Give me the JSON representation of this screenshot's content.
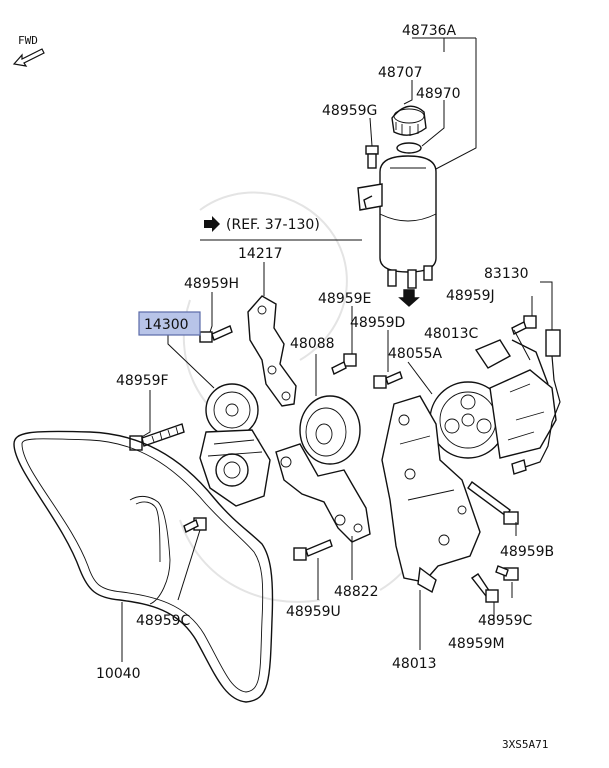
{
  "diagram": {
    "direction_label": "FWD",
    "reference_label": "(REF. 37-130)",
    "highlighted_part": "14300",
    "highlight_color": "#b8c4e8",
    "diagram_code": "3XS5A71",
    "parts": {
      "p48736A": "48736A",
      "p48707": "48707",
      "p48970": "48970",
      "p48959G": "48959G",
      "p14217": "14217",
      "p48959H": "48959H",
      "p14300": "14300",
      "p48959E": "48959E",
      "p48088": "48088",
      "p48959D": "48959D",
      "p48055A": "48055A",
      "p83130": "83130",
      "p48959J": "48959J",
      "p48013C": "48013C",
      "p48959F": "48959F",
      "p48959B": "48959B",
      "p48822": "48822",
      "p48959U": "48959U",
      "p48959C_left": "48959C",
      "p48959C_right": "48959C",
      "p48959M": "48959M",
      "p10040": "10040",
      "p48013": "48013"
    }
  }
}
